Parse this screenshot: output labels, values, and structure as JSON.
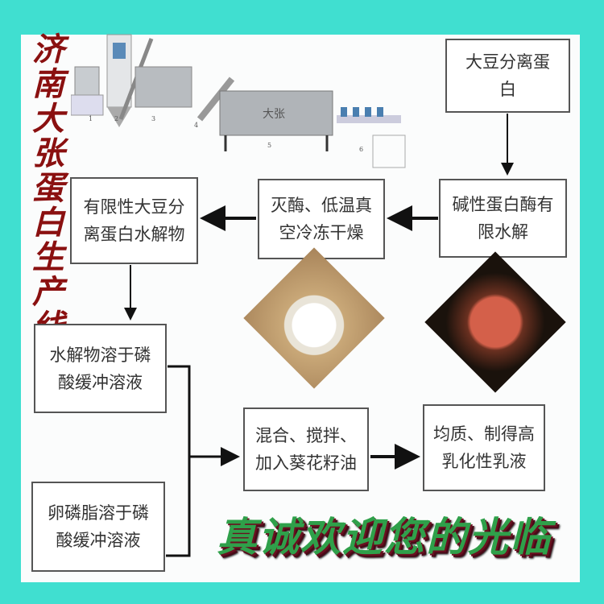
{
  "title_vertical": "济南大张蛋白生产线",
  "machine_labels": [
    "1",
    "2",
    "3",
    "4",
    "5",
    "6"
  ],
  "machine_brand": "大张",
  "boxes": {
    "soy_isolate": [
      "大豆分离蛋",
      "白"
    ],
    "alkaline_hydrolysis": [
      "碱性蛋白酶有",
      "限水解"
    ],
    "freeze_dry": [
      "灭酶、低温真",
      "空冷冻干燥"
    ],
    "hydrolysate": [
      "有限性大豆分",
      "离蛋白水解物"
    ],
    "dissolve_hydrolysate": [
      "水解物溶于磷",
      "酸缓冲溶液"
    ],
    "dissolve_lecithin": [
      "卵磷脂溶于磷",
      "酸缓冲溶液"
    ],
    "mix": [
      "混合、搅拌、",
      "加入葵花籽油"
    ],
    "homogenize": [
      "均质、制得高",
      "乳化性乳液"
    ]
  },
  "welcome": "真诚欢迎您的光临",
  "colors": {
    "background": "#40dfd0",
    "title": "#8a1010",
    "welcome": "#2fa04a"
  }
}
